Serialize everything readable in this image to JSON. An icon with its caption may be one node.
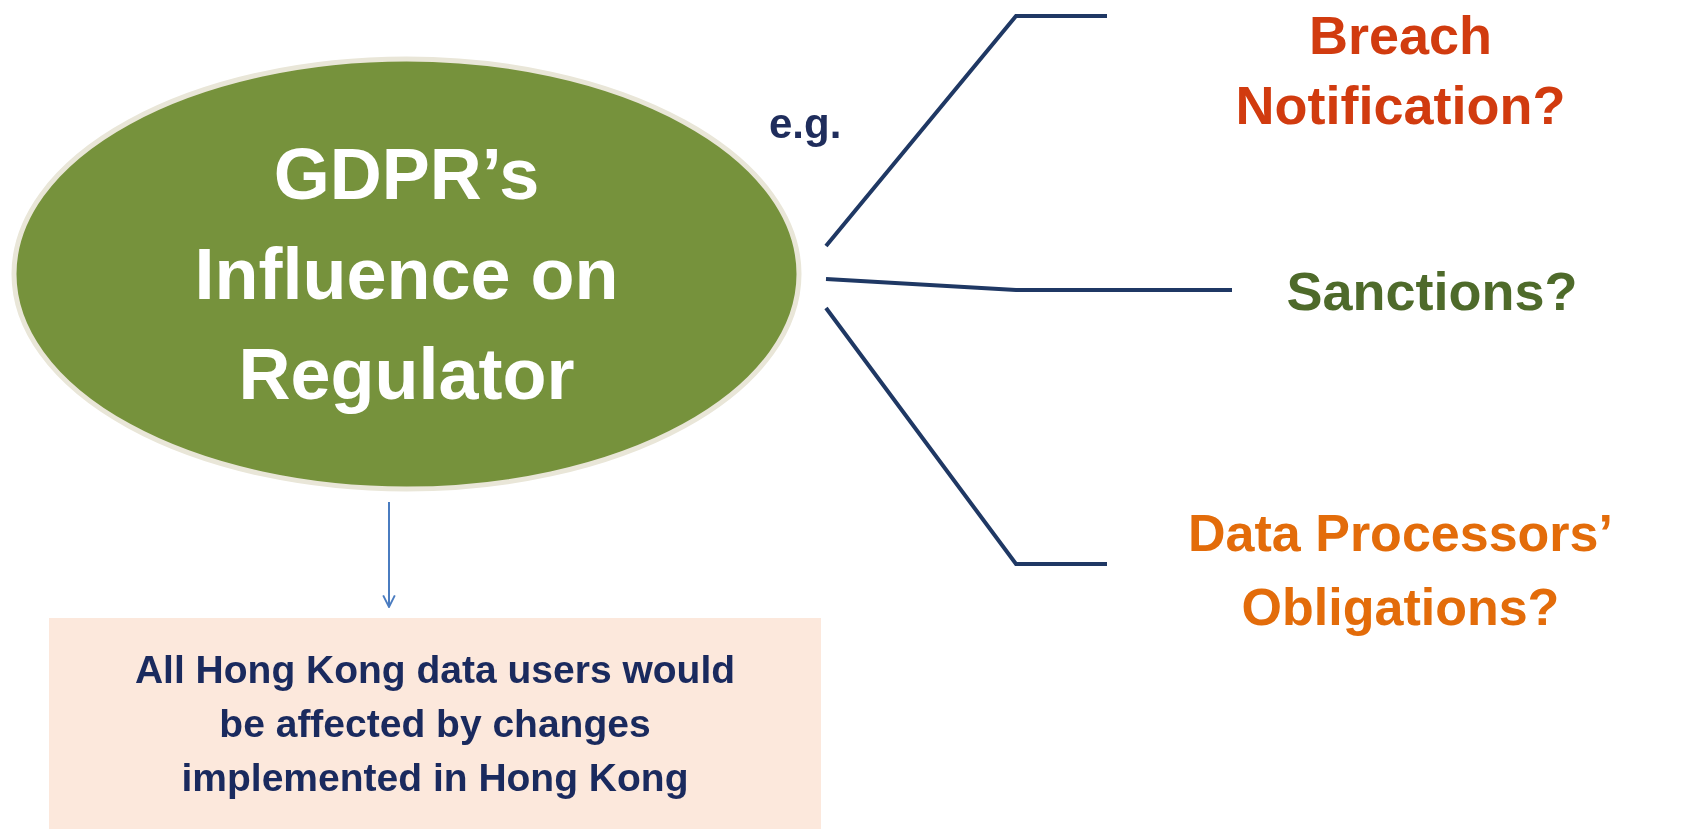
{
  "diagram": {
    "nodes": [
      {
        "text": [
          "GDPR’s Influence on Regulator"
        ]
      },
      {
        "text": [
          "Breach Notification?"
        ]
      },
      {
        "text": [
          "Sanctions?"
        ]
      },
      {
        "text": [
          "Data Processors’ Obligations?"
        ]
      },
      {
        "text": [
          "All Hong Kong data users would be affected by changes implemented in Hong Kong"
        ]
      }
    ],
    "edges": [
      {
        "from": 0,
        "to": 1,
        "arrow": "none"
      },
      {
        "from": 0,
        "to": 2,
        "arrow": "none"
      },
      {
        "from": 0,
        "to": 3,
        "arrow": "none"
      },
      {
        "from": 0,
        "to": 4,
        "arrow": "to",
        "color": "#4a7cc0"
      }
    ],
    "labels": [
      "e.g."
    ]
  }
}
